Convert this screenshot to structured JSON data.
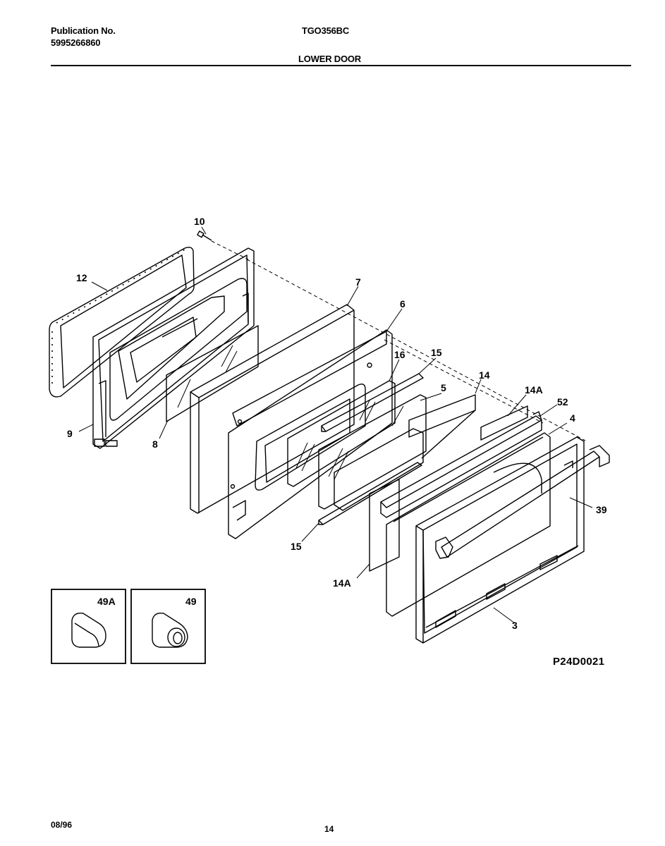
{
  "header": {
    "publication_label": "Publication No.",
    "publication_number": "5995266860",
    "model": "TGO356BC",
    "section": "LOWER DOOR"
  },
  "callouts": {
    "c10": "10",
    "c12": "12",
    "c7": "7",
    "c6": "6",
    "c16": "16",
    "c15a": "15",
    "c5": "5",
    "c14": "14",
    "c14a_top": "14A",
    "c52": "52",
    "c4": "4",
    "c9": "9",
    "c8": "8",
    "c39": "39",
    "c15b": "15",
    "c14a_bottom": "14A",
    "c3": "3",
    "c49a": "49A",
    "c49": "49"
  },
  "drawing_number": "P24D0021",
  "footer": {
    "date": "08/96",
    "page": "14"
  }
}
